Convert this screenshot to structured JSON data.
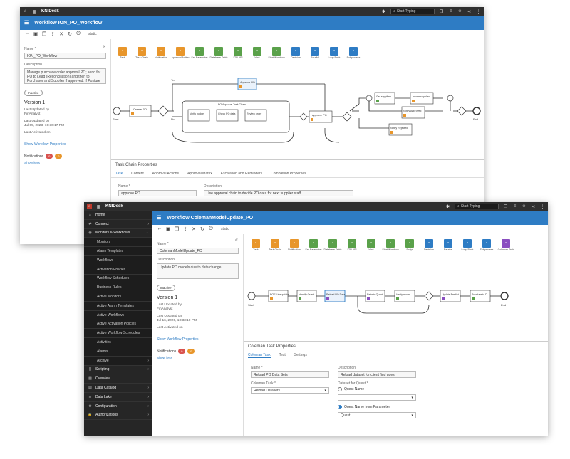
{
  "app": {
    "brand": "KNIDesk",
    "search_placeholder": "Start Typing"
  },
  "back": {
    "title": "Workflow ION_PO_Workflow",
    "toolbar_state": "static",
    "name_label": "Name *",
    "name_value": "ION_PO_Workflow",
    "description_label": "Description",
    "description_value": "Manage purchase order approval PO; send for PO to Lead (Reconciliation) and then to Purchaser and Supplier if approved. If Posture Projected",
    "status_pill": "Inactive",
    "version": "Version 1",
    "last_updated_by_label": "Last Updated by",
    "last_updated_by": "FinAnalyst",
    "last_updated_on_label": "Last Updated on",
    "last_updated_on": "Jul 05, 2023, 10:30:17 PM",
    "last_activated_label": "Last Activated on",
    "show_props": "Show Workflow Properties",
    "notifications_label": "Notifications",
    "notif_a": "0",
    "notif_b": "0",
    "show_less": "Show less",
    "palette": [
      {
        "label": "Task",
        "color": "#e8962b"
      },
      {
        "label": "Task Chain",
        "color": "#e8962b"
      },
      {
        "label": "Notification",
        "color": "#e8962b"
      },
      {
        "label": "Approval Action",
        "color": "#e8962b"
      },
      {
        "label": "Set Parameter",
        "color": "#5aa14a"
      },
      {
        "label": "Database Table",
        "color": "#5aa14a"
      },
      {
        "label": "ION API",
        "color": "#5aa14a"
      },
      {
        "label": "Wait",
        "color": "#5aa14a"
      },
      {
        "label": "Start Workflow",
        "color": "#5aa14a"
      },
      {
        "label": "Decision",
        "color": "#2e7cc4"
      },
      {
        "label": "Parallel",
        "color": "#2e7cc4"
      },
      {
        "label": "Loop Back",
        "color": "#2e7cc4"
      },
      {
        "label": "Subprocess",
        "color": "#2e7cc4"
      }
    ],
    "nodes": {
      "start": "Start",
      "create_po": "Create PO",
      "approve_po_top": "Approve PO",
      "chain_title": "PO Approval Task Chain",
      "verify_budget": "Verify budget",
      "check_po_data": "Check PO data",
      "review": "Review order",
      "approve_po": "Approve PO",
      "yes": "Yes",
      "no": "No",
      "get_suppliers": "Get suppliers",
      "notify_supplier": "Inform supplier",
      "notify_approved": "Notify Approved",
      "notify_rejected": "Notify Rejected",
      "end": "End"
    },
    "props_title": "Task Chain Properties",
    "tabs": [
      "Task",
      "Content",
      "Approval Actions",
      "Approval Matrix",
      "Escalation and Reminders",
      "Completion Properties"
    ],
    "task_name_label": "Name *",
    "task_name_value": "approve PO",
    "task_desc_label": "Description",
    "task_desc_value": "Use approval chain to decide PO data for next supplier staff"
  },
  "front": {
    "title": "Workflow ColemanModelUpdate_PO",
    "toolbar_state": "static",
    "sidebar": [
      {
        "label": "Home",
        "icon": "⌂",
        "sub": false
      },
      {
        "label": "Connect",
        "icon": "⇄",
        "sub": false,
        "chev": "›"
      },
      {
        "label": "Monitors & Workflows",
        "icon": "◉",
        "sub": false,
        "chev": "⌄"
      },
      {
        "label": "Monitors",
        "sub": true
      },
      {
        "label": "Alarm Templates",
        "sub": true
      },
      {
        "label": "Workflows",
        "sub": true
      },
      {
        "label": "Activation Policies",
        "sub": true
      },
      {
        "label": "Workflow Schedules",
        "sub": true
      },
      {
        "label": "Business Rules",
        "sub": true
      },
      {
        "label": "Active Monitors",
        "sub": true
      },
      {
        "label": "Active Alarm Templates",
        "sub": true
      },
      {
        "label": "Active Workflows",
        "sub": true
      },
      {
        "label": "Active Activation Policies",
        "sub": true
      },
      {
        "label": "Active Workflow Schedules",
        "sub": true
      },
      {
        "label": "Activities",
        "sub": true
      },
      {
        "label": "Alarms",
        "sub": true
      },
      {
        "label": "Archive",
        "sub": true,
        "chev": "›"
      },
      {
        "label": "Scripting",
        "icon": "{}",
        "sub": false,
        "chev": "›"
      },
      {
        "label": "Overview",
        "icon": "▦",
        "sub": false
      },
      {
        "label": "Data Catalog",
        "icon": "▤",
        "sub": false,
        "chev": "›"
      },
      {
        "label": "Data Lake",
        "icon": "≋",
        "sub": false,
        "chev": "›"
      },
      {
        "label": "Configuration",
        "icon": "⚙",
        "sub": false,
        "chev": "›"
      },
      {
        "label": "Authorizations",
        "icon": "🔒",
        "sub": false,
        "chev": "›"
      }
    ],
    "name_label": "Name *",
    "name_value": "ColemanModelUpdate_PO",
    "description_label": "Description",
    "description_value": "Update PO models due to data change",
    "status_pill": "Inactive",
    "version": "Version 1",
    "last_updated_by_label": "Last Updated by",
    "last_updated_by": "FinAnalyst",
    "last_updated_on_label": "Last Updated on",
    "last_updated_on": "Jul 16, 2020, 10:33:10 PM",
    "last_activated_label": "Last Activated on",
    "show_props": "Show Workflow Properties",
    "notifications_label": "Notifications",
    "notif_a": "0",
    "notif_b": "0",
    "show_less": "Show less",
    "palette": [
      {
        "label": "Task",
        "color": "#e8962b"
      },
      {
        "label": "Task Chain",
        "color": "#e8962b"
      },
      {
        "label": "Notification",
        "color": "#e8962b"
      },
      {
        "label": "Set Parameter",
        "color": "#5aa14a"
      },
      {
        "label": "Database Table",
        "color": "#5aa14a"
      },
      {
        "label": "ION API",
        "color": "#5aa14a"
      },
      {
        "label": "Wait",
        "color": "#5aa14a"
      },
      {
        "label": "Start Workflow",
        "color": "#5aa14a"
      },
      {
        "label": "Script",
        "color": "#5aa14a"
      },
      {
        "label": "Decision",
        "color": "#2e7cc4"
      },
      {
        "label": "Parallel",
        "color": "#2e7cc4"
      },
      {
        "label": "Loop Back",
        "color": "#2e7cc4"
      },
      {
        "label": "Subprocess",
        "color": "#2e7cc4"
      },
      {
        "label": "Coleman Task",
        "color": "#8a4fc0"
      }
    ],
    "nodes": {
      "start": "Start",
      "n1": "POE Lineupdate",
      "n2": "Identify Quest",
      "n3": "Reload PO Data",
      "n4": "Retrain Quest",
      "n5": "Verify model",
      "n6": "Update Predict",
      "n7": "Populate to D",
      "end": "End"
    },
    "props_title": "Coleman Task Properties",
    "tabs": [
      "Coleman Task",
      "Test",
      "Settings"
    ],
    "name_label2": "Name *",
    "name_value2": "Reload PO Data Sets",
    "desc_label2": "Description",
    "desc_value2": "Reload dataset for client find quest",
    "coleman_task_label": "Coleman Task *",
    "coleman_task_value": "Reload Datasets",
    "dataset_quest_label": "Dataset for Quest *",
    "radio_quest_name": "Quest Name",
    "radio_quest_param": "Quest Name from Parameter",
    "quest_select_value": "Quest",
    "accent": "#2e7cc4"
  }
}
